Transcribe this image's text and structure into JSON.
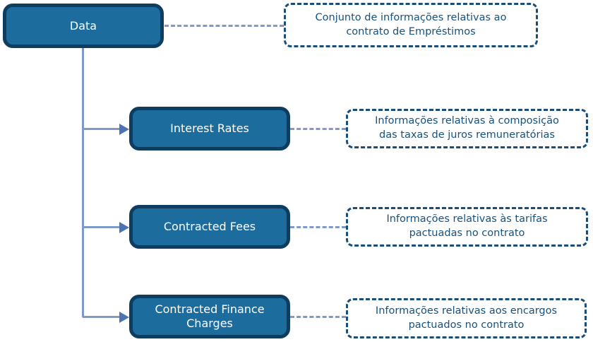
{
  "diagram": {
    "type": "hierarchy",
    "nodes": {
      "root": {
        "label": "Data",
        "note": [
          "Conjunto de informações relativas ao",
          "contrato de Empréstimos"
        ]
      },
      "children": [
        {
          "label": "Interest Rates",
          "note": [
            "Informações relativas à composição",
            "das taxas de juros remuneratórias"
          ]
        },
        {
          "label": "Contracted Fees",
          "note": [
            "Informações relativas às tarifas",
            "pactuadas no contrato"
          ]
        },
        {
          "label": "Contracted Finance Charges",
          "note": [
            "Informações relativas aos encargos",
            "pactuados no contrato"
          ]
        }
      ]
    },
    "colors": {
      "node_fill": "#1d6c9e",
      "node_border": "#0e3d5f",
      "node_text": "#ffffff",
      "note_border": "#1a4e78",
      "note_text": "#17517c",
      "connector_line": "#7f99cb",
      "arrowhead": "#4c73b2",
      "background": "#ffffff"
    }
  }
}
